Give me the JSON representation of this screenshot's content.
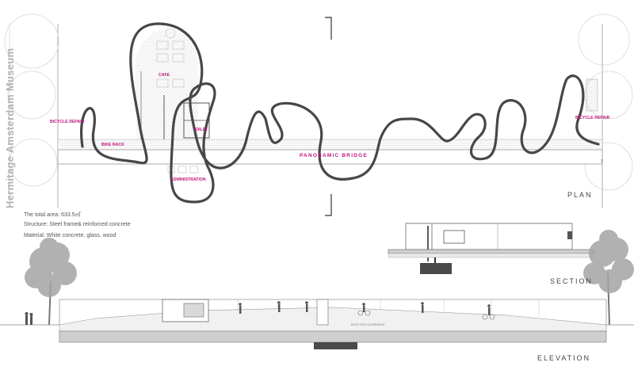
{
  "title": "Hermitage Amsterdam Museum",
  "plan_labels": {
    "cafe": "CAFE",
    "toilet": "TOILET",
    "administration": "ADMINISTRATION",
    "bicycle_repair_left": "BICYCLE REPAIR",
    "bicycle_repair_right": "BICYCLE REPAIR",
    "bike_rack": "BIKE RACK",
    "panoramic_bridge": "PANORAMIC BRIDGE",
    "section_mark": "1"
  },
  "specs": {
    "area": "The total area: 633.5㎡",
    "structure": "Structure: Steel frame& reinforced concrete",
    "material": "Material: White concrete, glass, wood"
  },
  "headings": {
    "plan": "PLAN",
    "section": "SECTION",
    "elevation": "ELEVATION"
  },
  "elevation_note": "BOAT PATH CLEARANCE",
  "colors": {
    "accent_label": "#c0157a",
    "wall_line": "#444444",
    "tree": "#9a9a9a"
  }
}
